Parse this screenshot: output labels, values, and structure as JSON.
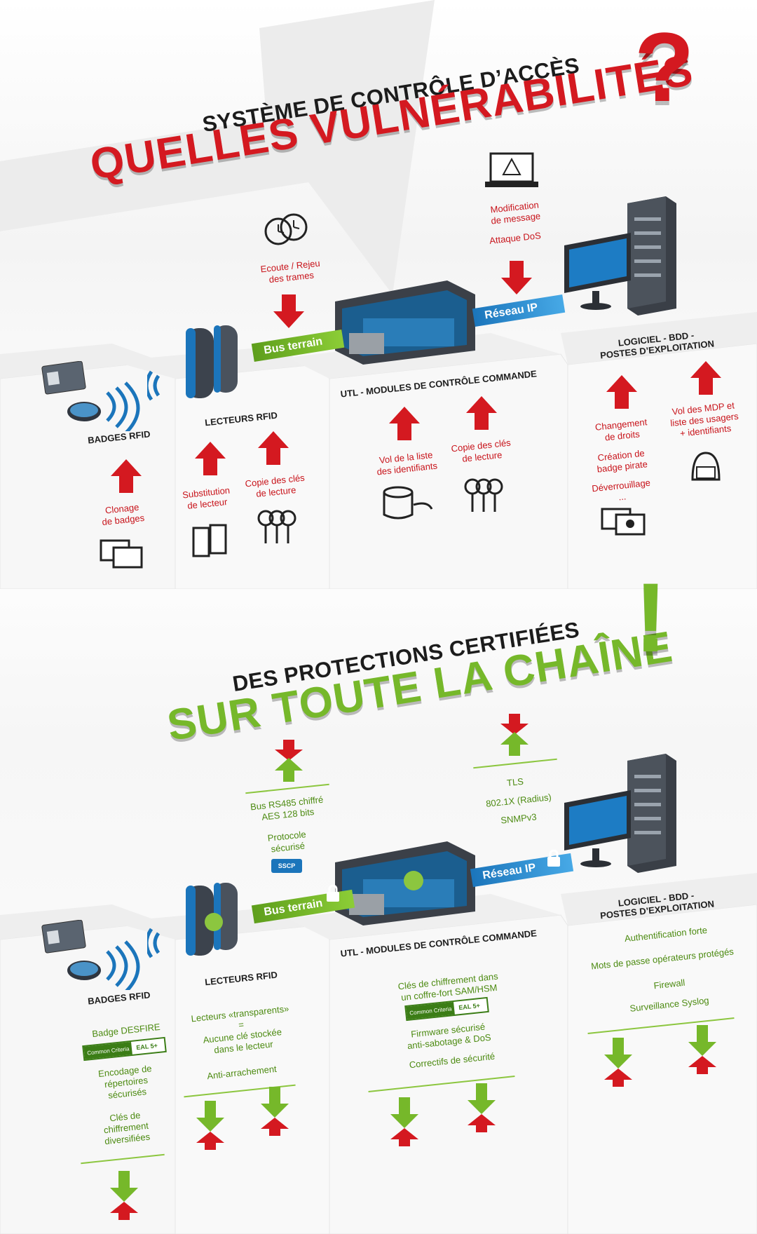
{
  "section1": {
    "heading_small": "SYSTÈME DE CONTRÔLE D’ACCÈS",
    "heading_big": "QUELLES VULNÉRABILITÉS",
    "mark": "?",
    "bus_label": "Bus terrain",
    "network_label": "Réseau IP",
    "top_attack_bus": "Ecoute / Rejeu\ndes trames",
    "top_attack_network": [
      "Modification\nde message",
      "Attaque DoS"
    ],
    "columns": [
      {
        "title": "BADGES RFID",
        "threats": [
          "Clonage\nde badges"
        ]
      },
      {
        "title": "LECTEURS RFID",
        "threats": [
          "Substitution\nde lecteur",
          "Copie des clés\nde lecture"
        ]
      },
      {
        "title": "UTL - MODULES DE CONTRÔLE COMMANDE",
        "threats": [
          "Vol de la liste\ndes identifiants",
          "Copie des clés\nde lecture"
        ]
      },
      {
        "title": "LOGICIEL - BDD -\nPOSTES D’EXPLOITATION",
        "threats": [
          "Changement\nde droits",
          "Création de\nbadge pirate",
          "Déverrouillage\n...",
          "Vol des MDP et\nliste des usagers\n+ identifiants"
        ]
      }
    ]
  },
  "section2": {
    "heading_small": "DES PROTECTIONS CERTIFIÉES",
    "heading_big": "SUR TOUTE LA CHAÎNE",
    "mark": "!",
    "bus_label": "Bus terrain",
    "network_label": "Réseau IP",
    "top_bus_protections": [
      "Bus RS485 chiffré\nAES 128 bits",
      "Protocole\nsécurisé"
    ],
    "top_network_protections": [
      "TLS",
      "802.1X (Radius)",
      "SNMPv3"
    ],
    "sscp_label": "SSCP",
    "cc_label": "Common Criteria",
    "eal_label": "EAL 5+",
    "columns": [
      {
        "title": "BADGES RFID",
        "protections": [
          "Badge DESFIRE",
          "Encodage de\nrépertoires\nsécurisés",
          "Clés de\nchiffrement\ndiversifiées"
        ]
      },
      {
        "title": "LECTEURS RFID",
        "protections": [
          "Lecteurs «transparents»\n=\nAucune clé stockée\ndans le lecteur",
          "Anti-arrachement"
        ]
      },
      {
        "title": "UTL - MODULES DE CONTRÔLE COMMANDE",
        "protections": [
          "Clés de chiffrement dans\nun coffre-fort SAM/HSM",
          "Firmware sécurisé\nanti-sabotage & DoS",
          "Correctifs de sécurité"
        ]
      },
      {
        "title": "LOGICIEL - BDD -\nPOSTES D’EXPLOITATION",
        "protections": [
          "Authentification forte",
          "Mots de passe opérateurs protégés",
          "Firewall",
          "Surveillance Syslog"
        ]
      }
    ]
  },
  "colors": {
    "red": "#d41920",
    "green": "#76b82a",
    "blue": "#1b75bb",
    "dark": "#1c1c1c"
  }
}
